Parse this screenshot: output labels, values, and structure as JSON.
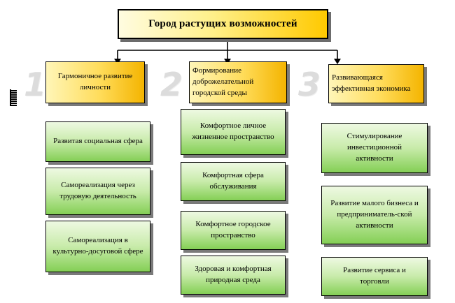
{
  "title": "Город растущих возможностей",
  "numbers": [
    "1",
    "2",
    "3"
  ],
  "directions": [
    {
      "label": "Гармоничное развитие личности",
      "items": [
        "Развитая социальная сфера",
        "Самореализация через трудовую деятельность",
        "Самореализация в культурно-досуговой сфере"
      ]
    },
    {
      "label": "Формирование доброжелательной городской среды",
      "items": [
        "Комфортное личное жизненное пространство",
        "Комфортная сфера обслуживания",
        "Комфортное городское пространство",
        "Здоровая и комфортная природная среда"
      ]
    },
    {
      "label": "Развивающаяся эффективная экономика",
      "items": [
        "Стимулирование инвестиционной активности",
        "Развитие малого бизнеса и предприниматель-ской активности",
        "Развитие сервиса и торговли"
      ]
    }
  ]
}
